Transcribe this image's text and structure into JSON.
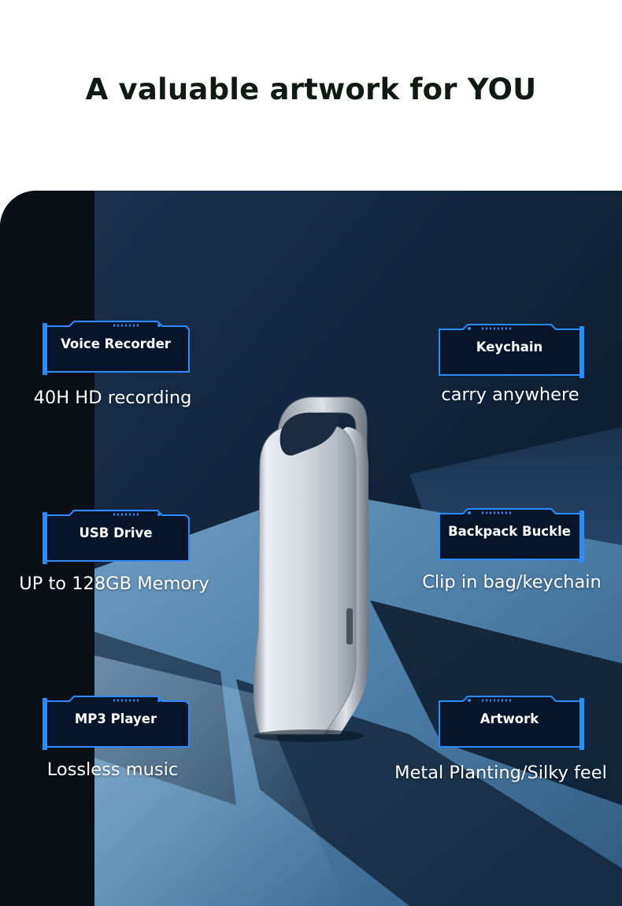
{
  "headline": "A valuable artwork for YOU",
  "colors": {
    "headline": "#0f1a12",
    "panel_bg": "#0d1a2b",
    "tag_border": "#2a8cff",
    "tag_fill": "#07152a",
    "text": "#ffffff"
  },
  "features": [
    {
      "id": "voice-recorder",
      "label": "Voice Recorder",
      "description": "40H HD recording"
    },
    {
      "id": "keychain",
      "label": "Keychain",
      "description": "carry anywhere"
    },
    {
      "id": "usb-drive",
      "label": "USB Drive",
      "description": "UP to 128GB Memory"
    },
    {
      "id": "backpack-buckle",
      "label": "Backpack Buckle",
      "description": "Clip in bag/keychain"
    },
    {
      "id": "mp3-player",
      "label": "MP3 Player",
      "description": "Lossless music"
    },
    {
      "id": "artwork",
      "label": "Artwork",
      "description": "Metal Planting/Silky feel"
    }
  ]
}
